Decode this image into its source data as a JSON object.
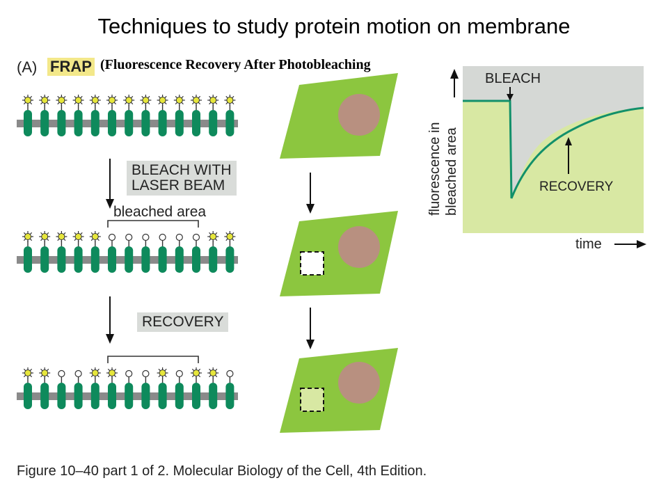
{
  "title": "Techniques to study protein motion on membrane",
  "panel_letter": "(A)",
  "frap_label": "FRAP",
  "frap_expansion": "(Fluorescence Recovery After Photobleaching",
  "step1_label_line1": "BLEACH WITH",
  "step1_label_line2": "LASER BEAM",
  "bleached_area_label": "bleached area",
  "step2_label": "RECOVERY",
  "graph": {
    "ylabel_line1": "fluorescence in",
    "ylabel_line2": "bleached area",
    "xlabel": "time",
    "bleach_label": "BLEACH",
    "recovery_label": "RECOVERY"
  },
  "rows": [
    {
      "name": "before",
      "states": [
        1,
        1,
        1,
        1,
        1,
        1,
        1,
        1,
        1,
        1,
        1,
        1,
        1
      ]
    },
    {
      "name": "after-bleach",
      "states": [
        1,
        1,
        1,
        1,
        1,
        0,
        0,
        0,
        0,
        0,
        0,
        1,
        1
      ]
    },
    {
      "name": "after-recovery",
      "states": [
        1,
        1,
        0,
        0,
        1,
        1,
        0,
        0,
        1,
        0,
        1,
        1,
        0
      ]
    }
  ],
  "colors": {
    "membrane": "#8a8a8a",
    "protein": "#0e8a5c",
    "fluor": "#e6e63c",
    "cell": "#8cc63f",
    "nucleus": "#b89080",
    "graph_fill": "#d8e8a3",
    "graph_bleach": "#d5d8d5",
    "curve": "#12906a"
  },
  "caption": "Figure 10–40 part 1 of 2. Molecular Biology of the Cell, 4th Edition."
}
